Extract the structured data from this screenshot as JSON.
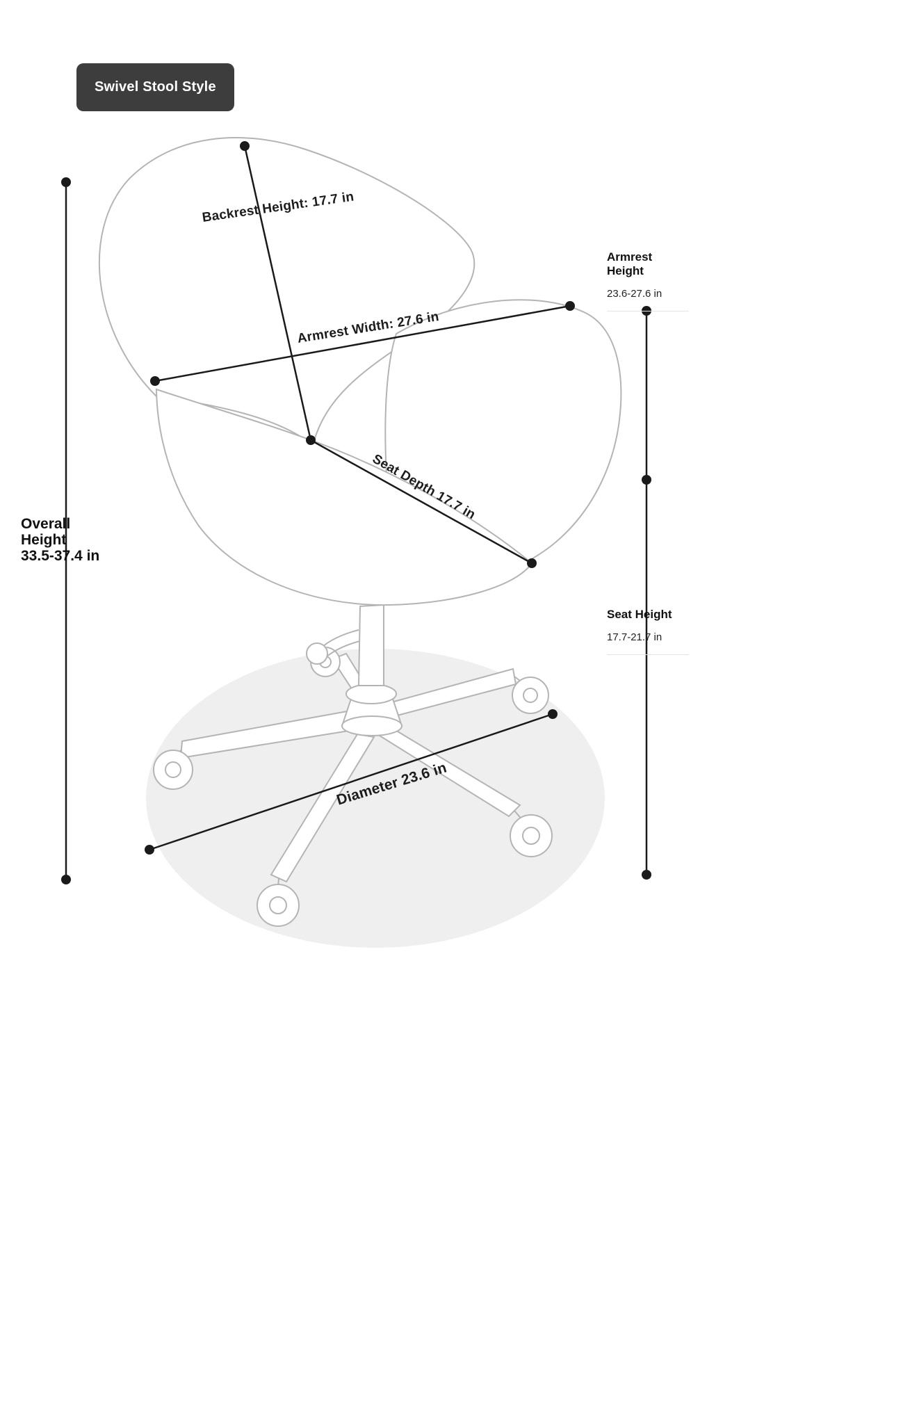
{
  "badge": {
    "label": "Swivel Stool Style"
  },
  "annotations": {
    "backrest_height": "Backrest Height: 17.7 in",
    "armrest_width": "Armrest Width: 27.6 in",
    "seat_depth": "Seat Depth 17.7 in",
    "diameter": "Diameter 23.6 in"
  },
  "side_measurements": {
    "overall_height": {
      "title": "Overall Height",
      "value": "33.5-37.4 in"
    },
    "armrest_height": {
      "title": "Armrest Height",
      "value": "23.6-27.6 in"
    },
    "seat_height": {
      "title": "Seat Height",
      "value": "17.7-21.7 in"
    }
  },
  "colors": {
    "badge_background": "#3d3d3d",
    "badge_text": "#ffffff",
    "dimension_line": "#1a1a1a",
    "chair_outline": "#b4b4b4",
    "floor_shadow": "#efefef"
  }
}
